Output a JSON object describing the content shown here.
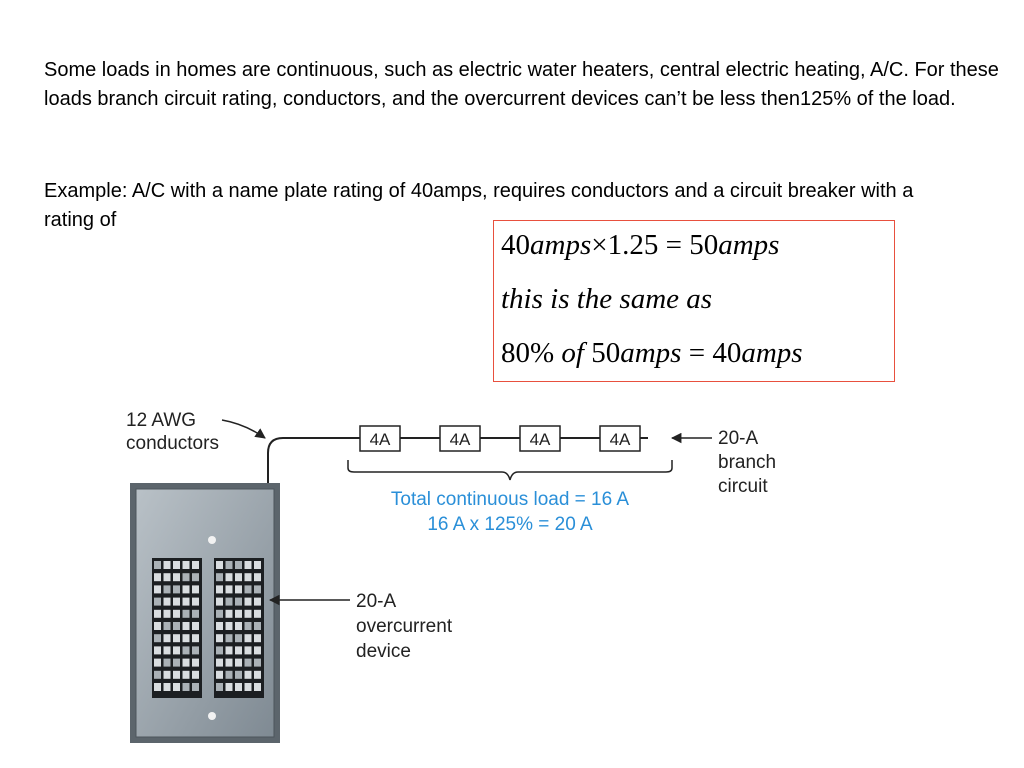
{
  "text": {
    "paragraph1": "Some loads in homes are continuous, such as electric water heaters, central electric heating,  A/C. For these loads branch circuit rating, conductors, and the overcurrent devices can’t be less then125% of the load.",
    "paragraph2": "Example: A/C with a name plate rating of 40amps, requires conductors and a circuit breaker with a rating of"
  },
  "formula": {
    "line1": {
      "a": "40",
      "b": "amps",
      "c": "×1.25 = 50",
      "d": "amps"
    },
    "line2": {
      "a": "this is the same as"
    },
    "line3": {
      "a": "80% ",
      "b": "of",
      "c": " 50",
      "d": "amps",
      "e": " = 40",
      "f": "amps"
    }
  },
  "diagram": {
    "conductors_label": [
      "12 AWG",
      "conductors"
    ],
    "loads": [
      "4A",
      "4A",
      "4A",
      "4A"
    ],
    "total_line1": "Total continuous load = 16 A",
    "total_line2": "16 A x 125% = 20 A",
    "branch_label": [
      "20-A",
      "branch",
      "circuit"
    ],
    "device_label": [
      "20-A",
      "overcurrent",
      "device"
    ],
    "colors": {
      "accent_text": "#2a8fd8",
      "formula_border": "#e8503e",
      "panel": "#9aa3aa"
    }
  }
}
